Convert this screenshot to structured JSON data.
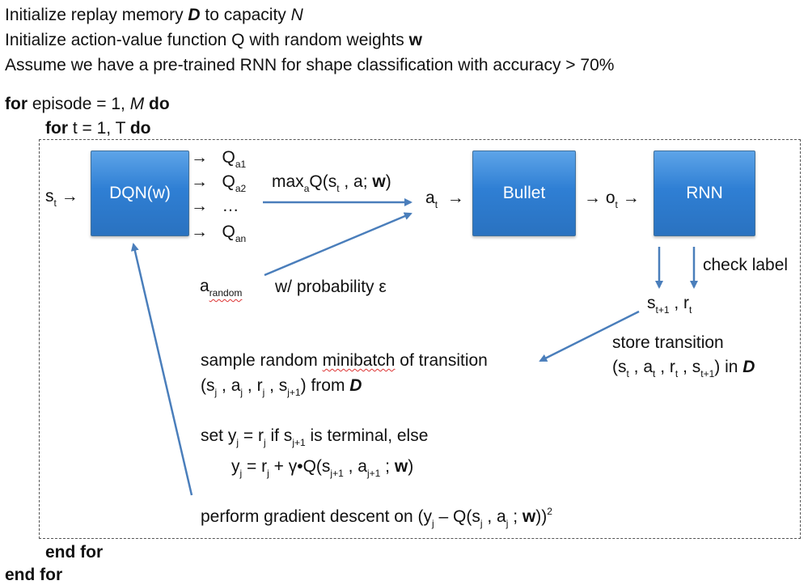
{
  "header": {
    "line1_a": "Initialize replay memory ",
    "line1_D": "D",
    "line1_b": " to capacity ",
    "line1_N": "N",
    "line2_a": "Initialize action-value function Q with random weights ",
    "line2_w": "w",
    "line3": "Assume we have a pre-trained RNN for shape classification with accuracy > 70%"
  },
  "loops": {
    "for1_kw": "for",
    "for1_mid": " episode = 1, ",
    "for1_M": "M",
    "for1_do": " do",
    "for2_kw": "for",
    "for2_mid": " t = 1, T ",
    "for2_do": "do",
    "end1": "end for",
    "end2": "end for"
  },
  "nodes": {
    "dqn": "DQN(w)",
    "bullet": "Bullet",
    "rnn": "RNN"
  },
  "labels": {
    "s": "s",
    "t": "t",
    "arrow": "→",
    "Q": "Q",
    "a1": "a1",
    "a2": "a2",
    "an": "an",
    "dots": "…",
    "max": "max",
    "a": "a",
    "maxQ_b": "Q(s",
    "maxQ_c": " , a; ",
    "maxQ_w": "w",
    "maxQ_d": ")",
    "a_t": "a",
    "o_t": "o",
    "a_random_a": "a",
    "random": "random",
    "probability": "w/ probability ε",
    "check_label": "check label",
    "t1": "t+1",
    "comma": " , ",
    "r": "r",
    "store": "store transition",
    "in_D": " in ",
    "D": "D",
    "sample": "sample random ",
    "minibatch": "minibatch",
    "of_transition": " of transition",
    "from": " from ",
    "j": "j",
    "j1": "j+1",
    "set": "set ",
    "y": "y",
    "eq": " = ",
    "if_s": "  if s",
    "terminal": " is terminal, else",
    "plus": " + γ•Q(s",
    "semi_w": " ; ",
    "w": "w",
    "close": ")",
    "perform": "perform gradient descent on (y",
    "minus": " – Q(s",
    "close2": "))",
    "sq": "2"
  }
}
